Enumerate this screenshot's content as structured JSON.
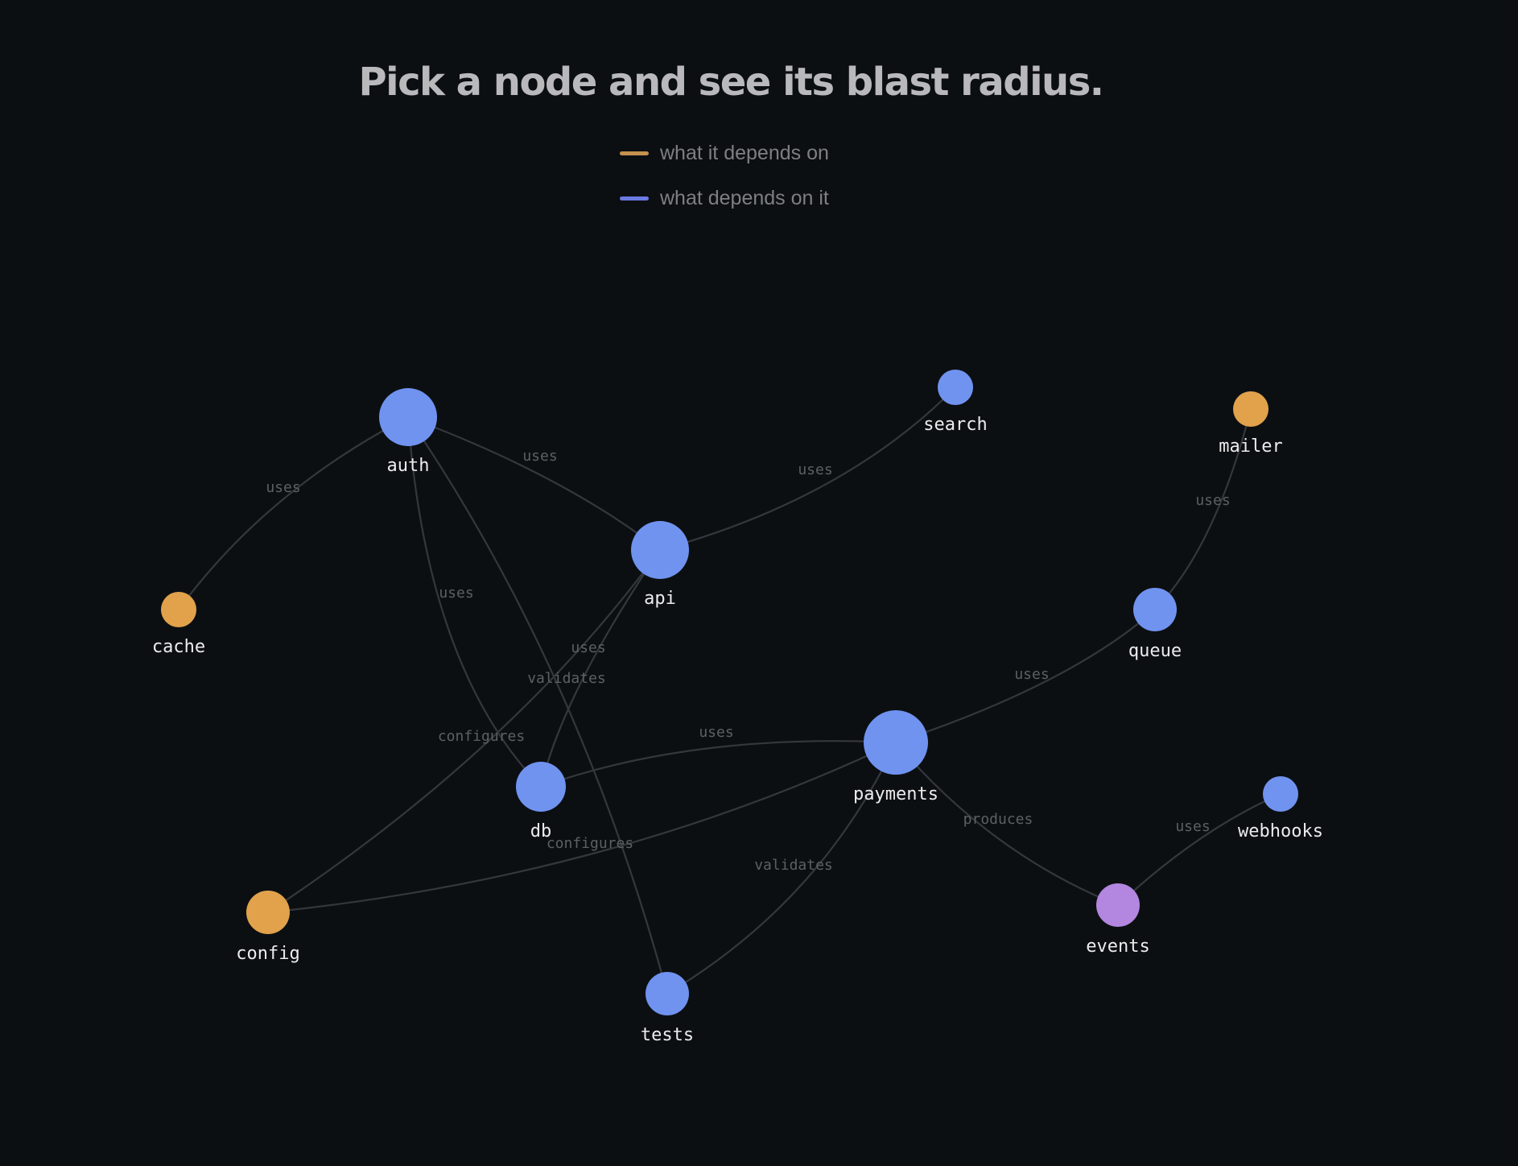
{
  "header": {
    "title": "Pick a node and see its blast radius."
  },
  "legend": {
    "items": [
      {
        "label": "what it depends on",
        "color": "#c4914f"
      },
      {
        "label": "what depends on it",
        "color": "#6b7ae0"
      }
    ]
  },
  "graph": {
    "node_colors": {
      "service": "#7093f0",
      "leaf": "#e1a24b",
      "event": "#b386e0"
    },
    "nodes": [
      {
        "id": "auth",
        "label": "auth",
        "kind": "service"
      },
      {
        "id": "search",
        "label": "search",
        "kind": "service"
      },
      {
        "id": "mailer",
        "label": "mailer",
        "kind": "leaf"
      },
      {
        "id": "cache",
        "label": "cache",
        "kind": "leaf"
      },
      {
        "id": "api",
        "label": "api",
        "kind": "service"
      },
      {
        "id": "queue",
        "label": "queue",
        "kind": "service"
      },
      {
        "id": "db",
        "label": "db",
        "kind": "service"
      },
      {
        "id": "payments",
        "label": "payments",
        "kind": "service"
      },
      {
        "id": "webhooks",
        "label": "webhooks",
        "kind": "service"
      },
      {
        "id": "config",
        "label": "config",
        "kind": "leaf"
      },
      {
        "id": "events",
        "label": "events",
        "kind": "event"
      },
      {
        "id": "tests",
        "label": "tests",
        "kind": "service"
      }
    ],
    "edges": [
      {
        "from": "auth",
        "to": "cache",
        "label": "uses"
      },
      {
        "from": "api",
        "to": "auth",
        "label": "uses"
      },
      {
        "from": "auth",
        "to": "db",
        "label": "uses"
      },
      {
        "from": "tests",
        "to": "auth",
        "label": "validates"
      },
      {
        "from": "api",
        "to": "search",
        "label": "uses"
      },
      {
        "from": "api",
        "to": "db",
        "label": "uses"
      },
      {
        "from": "config",
        "to": "api",
        "label": "configures"
      },
      {
        "from": "queue",
        "to": "mailer",
        "label": "uses"
      },
      {
        "from": "payments",
        "to": "queue",
        "label": "uses"
      },
      {
        "from": "payments",
        "to": "db",
        "label": "uses"
      },
      {
        "from": "config",
        "to": "payments",
        "label": "configures"
      },
      {
        "from": "tests",
        "to": "payments",
        "label": "validates"
      },
      {
        "from": "payments",
        "to": "events",
        "label": "produces"
      },
      {
        "from": "webhooks",
        "to": "events",
        "label": "uses"
      }
    ]
  }
}
